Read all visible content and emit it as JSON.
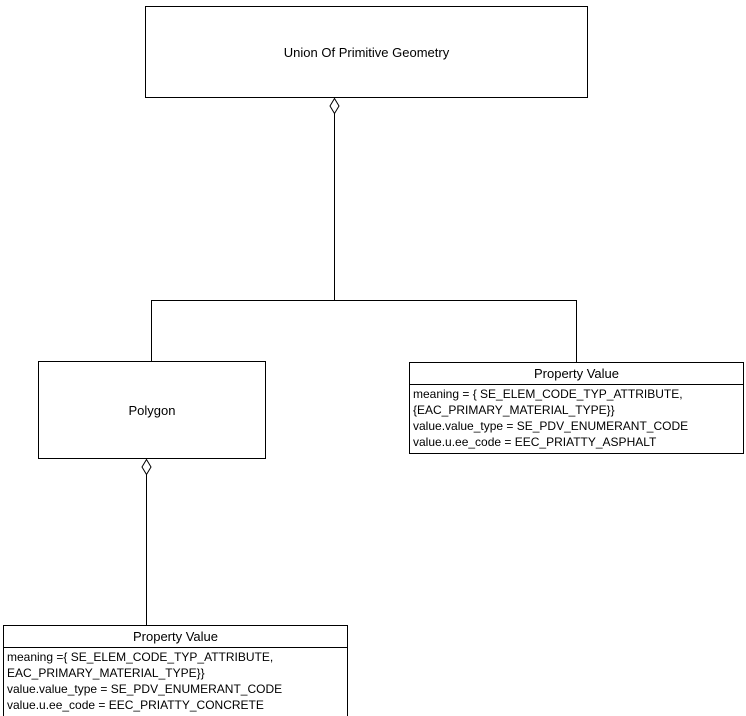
{
  "diagram": {
    "type": "uml-aggregation",
    "title": "Union Of Primitive Geometry aggregation diagram",
    "stroke_color": "#000000",
    "background_color": "#ffffff"
  },
  "nodes": {
    "union_of_primitive_geometry": {
      "title": "Union Of Primitive Geometry"
    },
    "polygon": {
      "title": "Polygon"
    },
    "property_value_asphalt": {
      "title": "Property Value",
      "attributes": [
        "meaning = { SE_ELEM_CODE_TYP_ATTRIBUTE,",
        "{EAC_PRIMARY_MATERIAL_TYPE}}",
        "value.value_type = SE_PDV_ENUMERANT_CODE",
        "value.u.ee_code = EEC_PRIATTY_ASPHALT"
      ]
    },
    "property_value_concrete": {
      "title": "Property Value",
      "attributes": [
        "meaning ={ SE_ELEM_CODE_TYP_ATTRIBUTE,",
        "EAC_PRIMARY_MATERIAL_TYPE}}",
        "value.value_type = SE_PDV_ENUMERANT_CODE",
        "value.u.ee_code = EEC_PRIATTY_CONCRETE"
      ]
    }
  },
  "connectors": [
    {
      "name": "union-to-children",
      "from": "union_of_primitive_geometry",
      "to": [
        "polygon",
        "property_value_asphalt"
      ],
      "adornment": "hollow-diamond-at-whole"
    },
    {
      "name": "polygon-to-property-value",
      "from": "polygon",
      "to": [
        "property_value_concrete"
      ],
      "adornment": "hollow-diamond-at-whole"
    }
  ]
}
